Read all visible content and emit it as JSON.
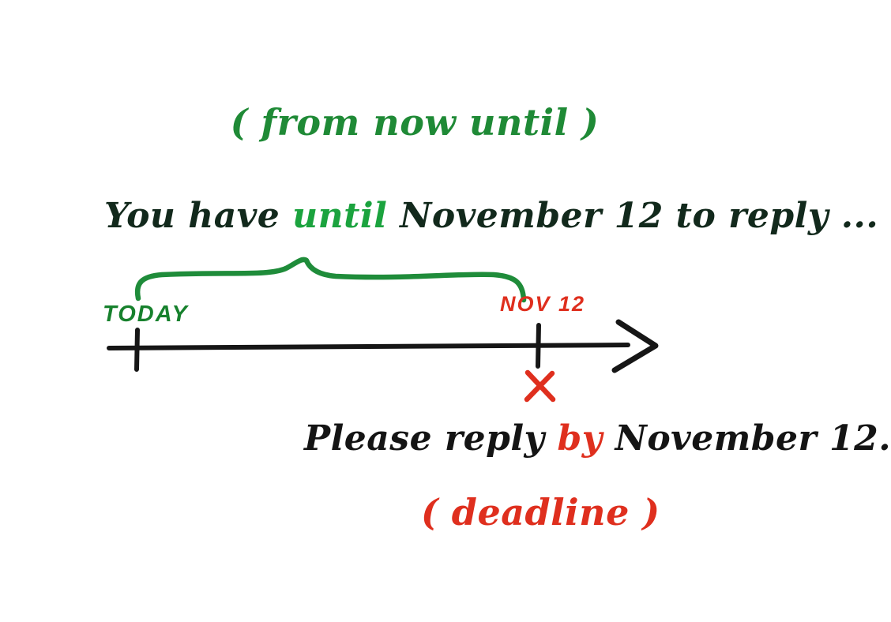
{
  "palette": {
    "green_note": "#1f8a36",
    "green_keyword": "#1ba33e",
    "green_brace": "#1f8c3a",
    "green_label": "#17812d",
    "red": "#df2f1e",
    "dark_green_text": "#12291c",
    "black_text": "#141414",
    "timeline_black": "#161616"
  },
  "top_note": {
    "text": "( from now until )"
  },
  "until_sentence": {
    "part1": "You have ",
    "keyword": "until",
    "part2": " November 12 to reply ..."
  },
  "timeline": {
    "start_label": "TODAY",
    "end_label": "NOV 12",
    "missed_mark": "✕"
  },
  "by_sentence": {
    "part1": "Please reply ",
    "keyword": "by",
    "part2": " November 12."
  },
  "deadline_note": {
    "text": "( deadline )"
  }
}
